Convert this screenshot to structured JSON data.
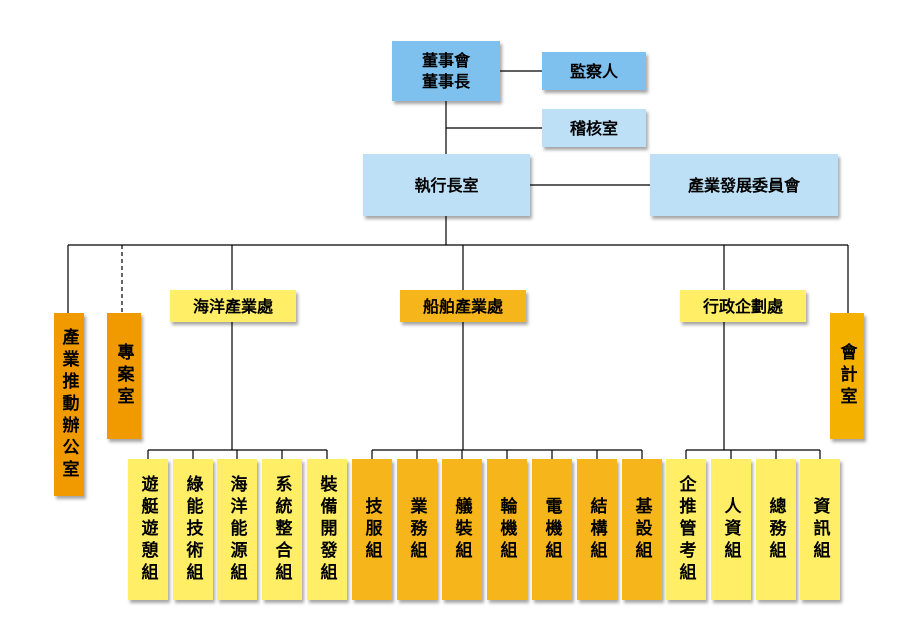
{
  "colors": {
    "board": "#7ec0ee",
    "light_blue": "#bde0f7",
    "dark_yellow": "#f6b51b",
    "yellow": "#ffee66",
    "orange": "#f09a00",
    "gold": "#f5b100",
    "line": "#000000"
  },
  "nodes": {
    "board": {
      "line1": "董事會",
      "line2": "董事長"
    },
    "supervisor": "監察人",
    "audit": "稽核室",
    "ceo_office": "執行長室",
    "industry_committee": "產業發展委員會",
    "industry_promotion_office": "產業推動辦公室",
    "project_office": "專案室",
    "marine_division": {
      "label": "海洋產業處",
      "groups": [
        "遊艇遊憩組",
        "綠能技術組",
        "海洋能源組",
        "系統整合組",
        "裝備開發組"
      ]
    },
    "ship_division": {
      "label": "船舶產業處",
      "groups": [
        "技服組",
        "業務組",
        "艤裝組",
        "輪機組",
        "電機組",
        "結構組",
        "基設組"
      ]
    },
    "admin_division": {
      "label": "行政企劃處",
      "groups": [
        "企推管考組",
        "人資組",
        "總務組",
        "資訊組"
      ]
    },
    "accounting_office": "會計室"
  }
}
